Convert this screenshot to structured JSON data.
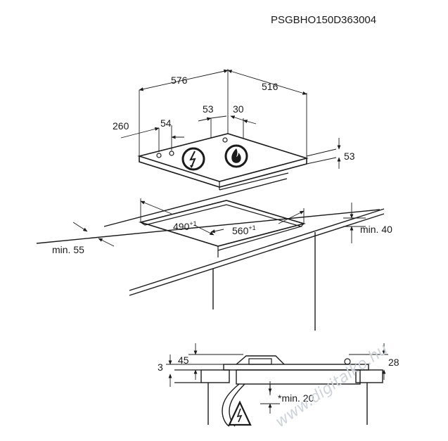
{
  "header": {
    "code": "PSGBHO150D363004"
  },
  "hob": {
    "width": "576",
    "depth": "516",
    "offset_left": "260",
    "offset_knob": "54",
    "offset_a": "53",
    "offset_b": "30",
    "height": "53"
  },
  "cutout": {
    "width": "490",
    "width_tol": "+1",
    "depth": "560",
    "depth_tol": "+1",
    "min_front": "min. 55",
    "min_back": "min. 40"
  },
  "section": {
    "dim_3": "3",
    "dim_45": "45",
    "dim_28": "28",
    "min_below": "*min. 20"
  },
  "icons": [
    "electric-hazard-icon",
    "gas-flame-icon",
    "electric-hazard-icon"
  ],
  "watermark": "www.digitalko.hu"
}
